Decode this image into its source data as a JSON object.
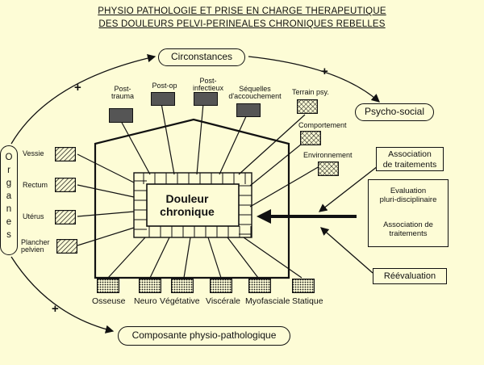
{
  "title_lines": [
    "PHYSIO PATHOLOGIE ET PRISE EN CHARGE THERAPEUTIQUE",
    "DES DOULEURS PELVI-PERINEALES CHRONIQUES REBELLES"
  ],
  "center_label": [
    "Douleur",
    "chronique"
  ],
  "circonstances": "Circonstances",
  "psycho_social": "Psycho-social",
  "organes_letters": [
    "O",
    "r",
    "g",
    "a",
    "n",
    "e",
    "s"
  ],
  "composante": "Composante physio-pathologique",
  "plus_sign": "+",
  "top_factors": [
    {
      "lines": [
        "Post-",
        "trauma"
      ],
      "pattern": "solid"
    },
    {
      "lines": [
        "Post-op"
      ],
      "pattern": "solid"
    },
    {
      "lines": [
        "Post-",
        "infectieux"
      ],
      "pattern": "solid"
    },
    {
      "lines": [
        "Séquelles",
        "d'accouchement"
      ],
      "pattern": "solid"
    }
  ],
  "psy_factors": [
    {
      "lines": [
        "Terrain psy."
      ],
      "pattern": "cross"
    },
    {
      "lines": [
        "Comportement"
      ],
      "pattern": "cross"
    },
    {
      "lines": [
        "Environnement"
      ],
      "pattern": "cross"
    }
  ],
  "left_organs": [
    {
      "lines": [
        "Vessie"
      ],
      "pattern": "hatch"
    },
    {
      "lines": [
        "Rectum"
      ],
      "pattern": "hatch"
    },
    {
      "lines": [
        "Utérus"
      ],
      "pattern": "hatch"
    },
    {
      "lines": [
        "Plancher",
        "pelvien"
      ],
      "pattern": "hatch"
    }
  ],
  "bottom_components": [
    {
      "label": "Osseuse",
      "pattern": "dots"
    },
    {
      "label": "Neuro",
      "pattern": "dots"
    },
    {
      "label": "Végétative",
      "pattern": "dots"
    },
    {
      "label": "Viscérale",
      "pattern": "dots"
    },
    {
      "label": "Myofasciale",
      "pattern": "dots"
    },
    {
      "label": "Statique",
      "pattern": "dots"
    }
  ],
  "treatment": {
    "association_top": [
      "Association",
      "de traitements"
    ],
    "evaluation": [
      "Evaluation",
      "pluri-disciplinaire"
    ],
    "association_bottom": [
      "Association de",
      "traitements"
    ],
    "reevaluation": "Réévaluation"
  },
  "colors": {
    "background": "#fdfcd6",
    "ink": "#111111",
    "solid_fill": "#555555"
  }
}
